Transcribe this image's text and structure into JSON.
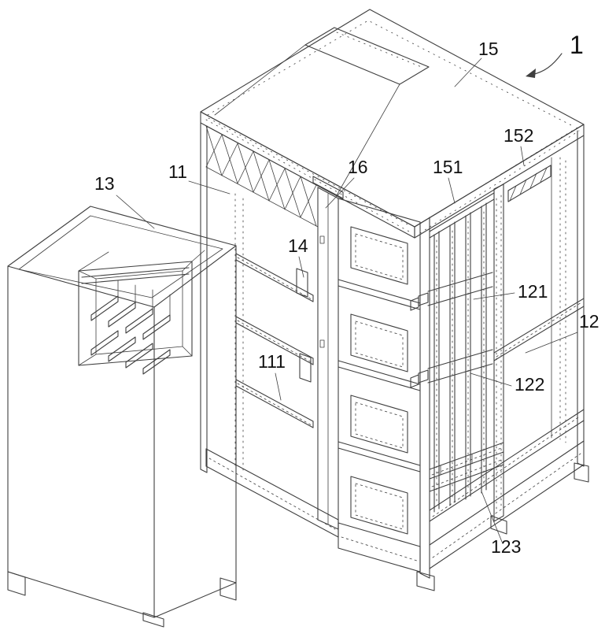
{
  "colors": {
    "line": "#3f3f3f",
    "label": "#111111",
    "background": "#ffffff"
  },
  "labels": {
    "ref_1": {
      "text": "1"
    },
    "ref_11": {
      "text": "11"
    },
    "ref_111": {
      "text": "111"
    },
    "ref_12": {
      "text": "12"
    },
    "ref_121": {
      "text": "121"
    },
    "ref_122": {
      "text": "122"
    },
    "ref_123": {
      "text": "123"
    },
    "ref_13": {
      "text": "13"
    },
    "ref_14": {
      "text": "14"
    },
    "ref_15": {
      "text": "15"
    },
    "ref_151": {
      "text": "151"
    },
    "ref_152": {
      "text": "152"
    },
    "ref_16": {
      "text": "16"
    }
  }
}
